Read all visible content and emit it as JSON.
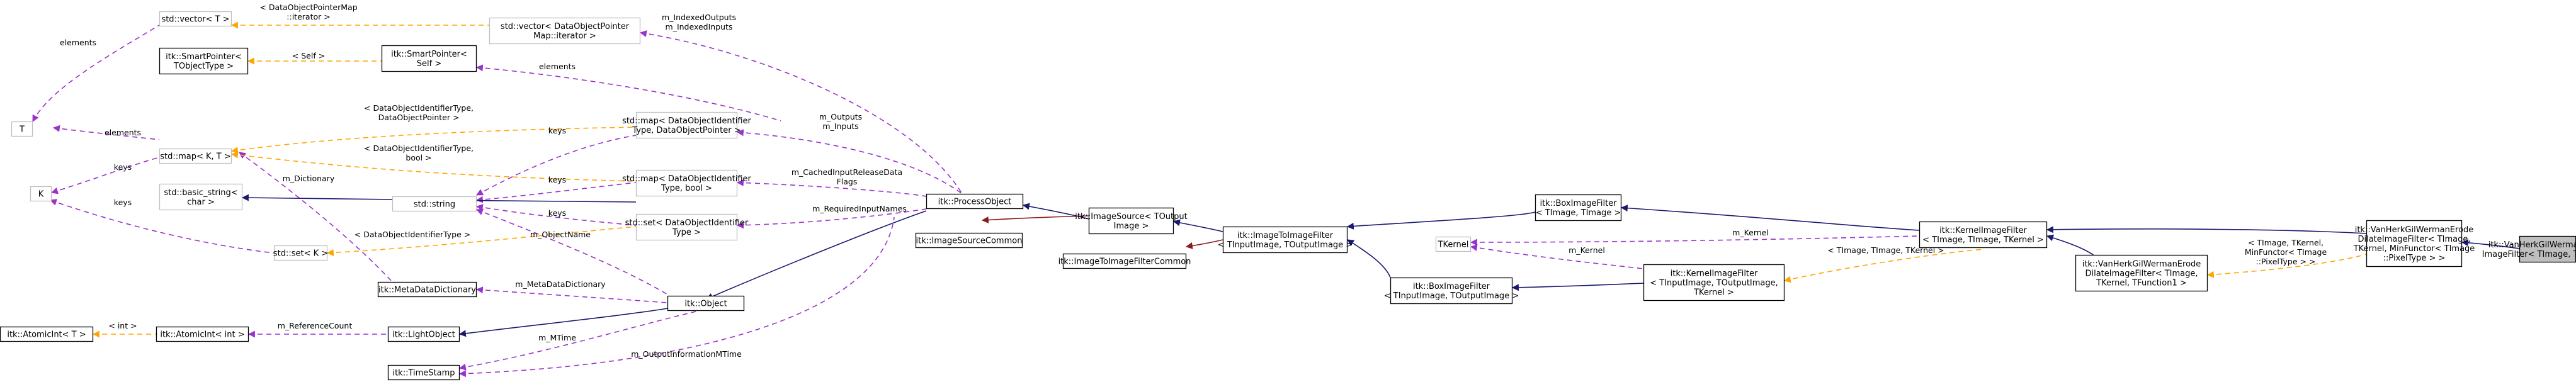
{
  "colors": {
    "inheritance": "#191970",
    "usage": "#9a32cd",
    "template": "#ffa500",
    "private": "#8b1a1a",
    "selected_fill": "#bfbfbf"
  },
  "nodes": [
    {
      "id": "vector_t",
      "lines": [
        "std::vector< T >"
      ],
      "dim": true
    },
    {
      "id": "vector_dop",
      "lines": [
        "std::vector< DataObjectPointer",
        "Map::iterator >"
      ],
      "dim": true
    },
    {
      "id": "smartpointer_tobj",
      "lines": [
        "itk::SmartPointer<",
        "TObjectType >"
      ]
    },
    {
      "id": "smartpointer_self",
      "lines": [
        "itk::SmartPointer<",
        "Self >"
      ]
    },
    {
      "id": "t_node",
      "lines": [
        "T"
      ],
      "dim": true
    },
    {
      "id": "map_dop",
      "lines": [
        "std::map< DataObjectIdentifier",
        "Type, DataObjectPointer >"
      ],
      "dim": true
    },
    {
      "id": "map_kt",
      "lines": [
        "std::map< K, T >"
      ],
      "dim": true
    },
    {
      "id": "map_bool",
      "lines": [
        "std::map< DataObjectIdentifier",
        "Type, bool >"
      ],
      "dim": true
    },
    {
      "id": "k_node",
      "lines": [
        "K"
      ],
      "dim": true
    },
    {
      "id": "basic_string",
      "lines": [
        "std::basic_string<",
        "char >"
      ],
      "dim": true
    },
    {
      "id": "std_string",
      "lines": [
        "std::string"
      ],
      "dim": true
    },
    {
      "id": "set_doi",
      "lines": [
        "std::set< DataObjectIdentifier",
        "Type >"
      ],
      "dim": true
    },
    {
      "id": "set_k",
      "lines": [
        "std::set< K >"
      ],
      "dim": true
    },
    {
      "id": "process_object",
      "lines": [
        "itk::ProcessObject"
      ]
    },
    {
      "id": "image_source",
      "lines": [
        "itk::ImageSource< TOutput",
        "Image >"
      ]
    },
    {
      "id": "image_source_common",
      "lines": [
        "itk::ImageSourceCommon"
      ]
    },
    {
      "id": "meta_data_dictionary",
      "lines": [
        "itk::MetaDataDictionary"
      ]
    },
    {
      "id": "itk_object",
      "lines": [
        "itk::Object"
      ]
    },
    {
      "id": "atomic_t",
      "lines": [
        "itk::AtomicInt< T >"
      ]
    },
    {
      "id": "atomic_int",
      "lines": [
        "itk::AtomicInt< int >"
      ]
    },
    {
      "id": "light_object",
      "lines": [
        "itk::LightObject"
      ]
    },
    {
      "id": "time_stamp",
      "lines": [
        "itk::TimeStamp"
      ]
    },
    {
      "id": "image_to_image_filter",
      "lines": [
        "itk::ImageToImageFilter",
        "< TInputImage, TOutputImage >"
      ]
    },
    {
      "id": "image_to_image_filter_common",
      "lines": [
        "itk::ImageToImageFilterCommon"
      ]
    },
    {
      "id": "box_filter_inout",
      "lines": [
        "itk::BoxImageFilter",
        "< TInputImage, TOutputImage >"
      ]
    },
    {
      "id": "box_filter_timage",
      "lines": [
        "itk::BoxImageFilter",
        "< TImage, TImage >"
      ]
    },
    {
      "id": "tkernel",
      "lines": [
        "TKernel"
      ],
      "dim": true
    },
    {
      "id": "kernel_filter_inout",
      "lines": [
        "itk::KernelImageFilter",
        "< TInputImage, TOutputImage,",
        "TKernel >"
      ]
    },
    {
      "id": "kernel_filter_timage",
      "lines": [
        "itk::KernelImageFilter",
        "< TImage, TImage, TKernel >"
      ]
    },
    {
      "id": "vhgw_base",
      "lines": [
        "itk::VanHerkGilWermanErode",
        "DilateImageFilter< TImage,",
        "TKernel, TFunction1 >"
      ]
    },
    {
      "id": "vhgw_min",
      "lines": [
        "itk::VanHerkGilWermanErode",
        "DilateImageFilter< TImage,",
        "TKernel, MinFunctor< TImage",
        "::PixelType > >"
      ]
    },
    {
      "id": "vhgw_erode",
      "lines": [
        "itk::VanHerkGilWermanErode",
        "ImageFilter< TImage, TKernel >"
      ],
      "selected": true
    }
  ],
  "edge_labels": [
    {
      "id": "lbl_elements_tv",
      "lines": [
        "elements"
      ]
    },
    {
      "id": "lbl_dop_iter",
      "lines": [
        "< DataObjectPointerMap",
        "::iterator >"
      ]
    },
    {
      "id": "lbl_indexed",
      "lines": [
        "m_IndexedOutputs",
        "m_IndexedInputs"
      ]
    },
    {
      "id": "lbl_self",
      "lines": [
        "< Self >"
      ]
    },
    {
      "id": "lbl_elements_self",
      "lines": [
        "elements"
      ]
    },
    {
      "id": "lbl_elements_map",
      "lines": [
        "elements"
      ]
    },
    {
      "id": "lbl_doi_ptr",
      "lines": [
        "< DataObjectIdentifierType,",
        "DataObjectPointer >"
      ]
    },
    {
      "id": "lbl_outputs",
      "lines": [
        "m_Outputs",
        "m_Inputs"
      ]
    },
    {
      "id": "lbl_keys_k",
      "lines": [
        "keys"
      ]
    },
    {
      "id": "lbl_keys_map_dop",
      "lines": [
        "keys"
      ]
    },
    {
      "id": "lbl_doi_bool",
      "lines": [
        "< DataObjectIdentifierType,",
        "bool >"
      ]
    },
    {
      "id": "lbl_dictionary",
      "lines": [
        "m_Dictionary"
      ]
    },
    {
      "id": "lbl_keys_map_bool",
      "lines": [
        "keys"
      ]
    },
    {
      "id": "lbl_cached",
      "lines": [
        "m_CachedInputReleaseData",
        "Flags"
      ]
    },
    {
      "id": "lbl_keys_setk",
      "lines": [
        "keys"
      ]
    },
    {
      "id": "lbl_keys_set_doi",
      "lines": [
        "keys"
      ]
    },
    {
      "id": "lbl_required",
      "lines": [
        "m_RequiredInputNames"
      ]
    },
    {
      "id": "lbl_doi_type",
      "lines": [
        "< DataObjectIdentifierType >"
      ]
    },
    {
      "id": "lbl_objectname",
      "lines": [
        "m_ObjectName"
      ]
    },
    {
      "id": "lbl_metadict",
      "lines": [
        "m_MetaDataDictionary"
      ]
    },
    {
      "id": "lbl_int",
      "lines": [
        "< int >"
      ]
    },
    {
      "id": "lbl_refcount",
      "lines": [
        "m_ReferenceCount"
      ]
    },
    {
      "id": "lbl_mtime",
      "lines": [
        "m_MTime"
      ]
    },
    {
      "id": "lbl_outinfo",
      "lines": [
        "m_OutputInformationMTime"
      ]
    },
    {
      "id": "lbl_kernel_top",
      "lines": [
        "m_Kernel"
      ]
    },
    {
      "id": "lbl_kernel_mid",
      "lines": [
        "m_Kernel"
      ]
    },
    {
      "id": "lbl_timage_tkernel",
      "lines": [
        "< TImage, TImage, TKernel >"
      ]
    },
    {
      "id": "lbl_minfunctor",
      "lines": [
        "< TImage, TKernel,",
        "MinFunctor< TImage",
        "::PixelType > >"
      ]
    }
  ]
}
